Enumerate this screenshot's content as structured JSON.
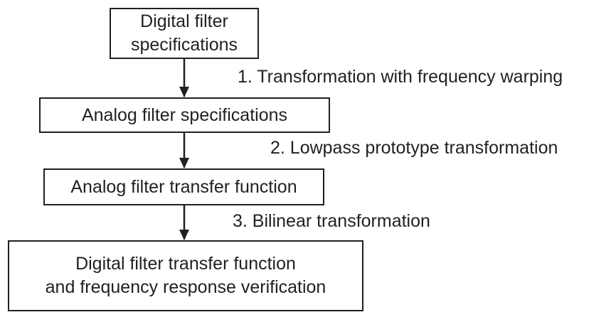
{
  "boxes": {
    "digital_spec": {
      "lines": [
        "Digital filter",
        "specifications"
      ]
    },
    "analog_spec": {
      "lines": [
        "Analog filter specifications"
      ]
    },
    "analog_tf": {
      "lines": [
        "Analog filter transfer function"
      ]
    },
    "digital_tf": {
      "lines": [
        "Digital filter transfer function",
        "and frequency response verification"
      ]
    }
  },
  "steps": [
    "1. Transformation with frequency warping",
    "2. Lowpass prototype transformation",
    "3. Bilinear transformation"
  ]
}
